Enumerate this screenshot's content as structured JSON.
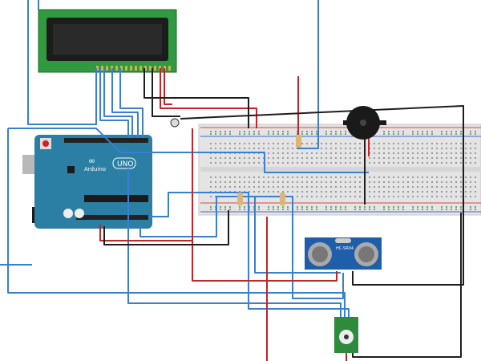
{
  "diagram": {
    "arduino": {
      "brand_label": "Arduino",
      "model_label": "UNO"
    },
    "sensor": {
      "label": "HC-SR04"
    },
    "colors": {
      "wire_blue": "#3a7fd0",
      "wire_red": "#c0262b",
      "wire_black": "#1e1e1e",
      "arduino_board": "#2b7fa5",
      "lcd_board": "#2f9a3f",
      "lcd_screen": "#1c1c1c",
      "breadboard": "#e4e4e4",
      "sensor_board": "#1f5ea8",
      "pot_board": "#2e8b3c"
    }
  }
}
